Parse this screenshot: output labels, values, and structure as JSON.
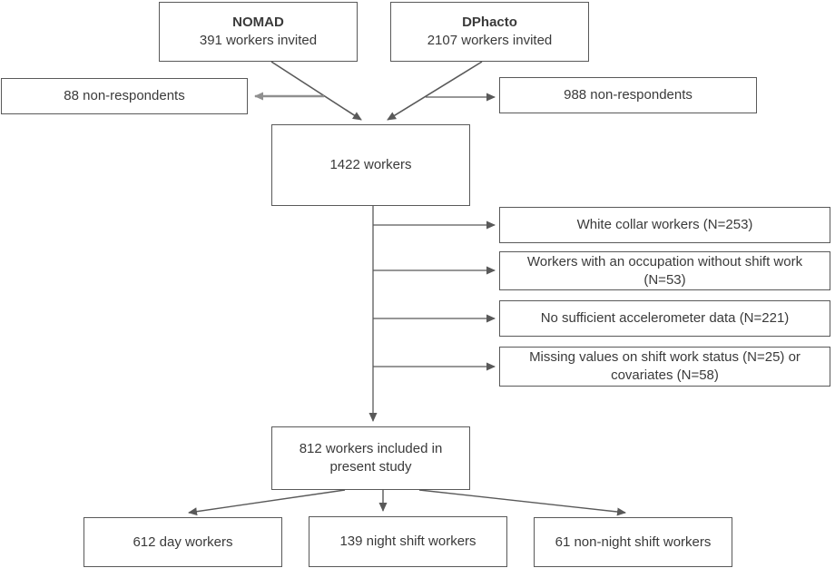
{
  "colors": {
    "line": "#595959",
    "line_light": "#8f8f8f",
    "border": "#595959",
    "text": "#3a3a3a",
    "background": "#ffffff"
  },
  "nodes": {
    "nomad": {
      "title": "NOMAD",
      "subtitle": "391 workers invited"
    },
    "dphacto": {
      "title": "DPhacto",
      "subtitle": "2107 workers invited"
    },
    "nomad_nonrespondents": {
      "label": "88 non-respondents"
    },
    "dphacto_nonrespondents": {
      "label": "988 non-respondents"
    },
    "pooled": {
      "label": "1422 workers"
    },
    "exclusions": [
      {
        "label": "White collar workers (N=253)"
      },
      {
        "label": "Workers with an occupation without shift work (N=53)"
      },
      {
        "label": "No sufficient accelerometer data (N=221)"
      },
      {
        "label": "Missing values on shift work status (N=25) or covariates (N=58)"
      }
    ],
    "included": {
      "label": "812 workers included in present study"
    },
    "day_workers": {
      "label": "612 day workers"
    },
    "night_shift_workers": {
      "label": "139 night shift workers"
    },
    "non_night_shift_workers": {
      "label": "61 non-night shift workers"
    }
  }
}
